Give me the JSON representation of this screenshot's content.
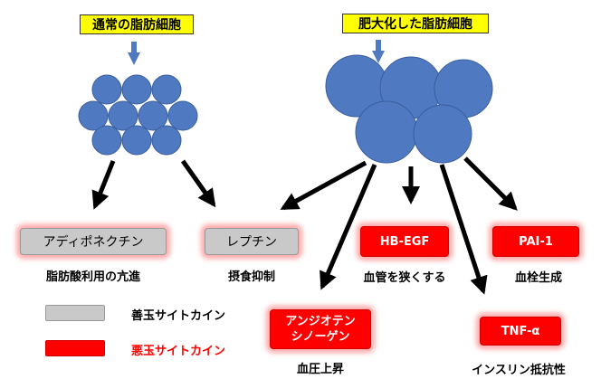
{
  "titles": {
    "normal": "通常の脂肪細胞",
    "hypertrophic": "肥大化した脂肪細胞"
  },
  "cytokines": {
    "adiponectin": "アディポネクチン",
    "leptin": "レプチン",
    "hbegf": "HB-EGF",
    "pai1": "PAI-1",
    "angiotensinogen_line1": "アンジオテン",
    "angiotensinogen_line2": "シノーゲン",
    "tnfa": "TNF-α"
  },
  "effects": {
    "adiponectin": "脂肪酸利用の亢進",
    "leptin": "摂食抑制",
    "hbegf": "血管を狭くする",
    "pai1": "血栓生成",
    "angiotensinogen": "血圧上昇",
    "tnfa": "インスリン抵抗性"
  },
  "legend": {
    "good": "善玉サイトカイン",
    "bad": "悪玉サイトカイン"
  },
  "colors": {
    "cell_fill": "#4f7ac2",
    "cell_stroke": "#3a5e9c",
    "good_fill": "#c9c9c9",
    "bad_fill": "#ff0000",
    "bad_legend_text": "#ff0000",
    "arrow": "#000000",
    "title_bg": "#ffff00",
    "small_arrow": "#4f7ac2"
  }
}
